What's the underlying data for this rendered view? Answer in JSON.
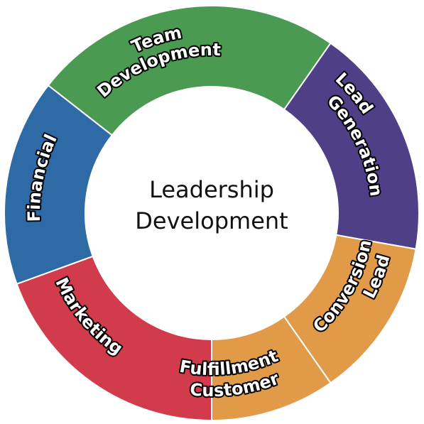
{
  "center": {
    "line1": "Leadership",
    "line2": "Development"
  },
  "segments": [
    {
      "id": "team-development",
      "lines": [
        "Team",
        "Development"
      ],
      "color": "#4a9a51"
    },
    {
      "id": "lead-generation",
      "lines": [
        "Lead",
        "Generation"
      ],
      "color": "#4f3f86"
    },
    {
      "id": "lead-conversion",
      "lines": [
        "Lead",
        "Conversion"
      ],
      "color": "#e19a47"
    },
    {
      "id": "customer-fulfillment",
      "lines": [
        "Customer",
        "Fulfillment"
      ],
      "color": "#e19a47"
    },
    {
      "id": "marketing",
      "lines": [
        "Marketing"
      ],
      "color": "#d13b4c"
    },
    {
      "id": "financial",
      "lines": [
        "Financial"
      ],
      "color": "#2e6aa6"
    }
  ]
}
